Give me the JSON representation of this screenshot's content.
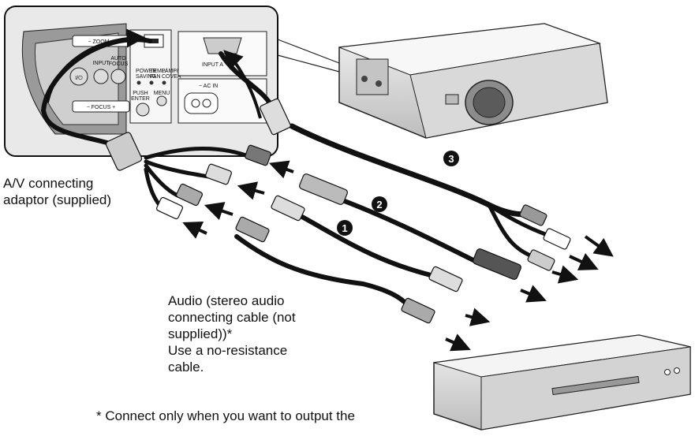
{
  "panel": {
    "zoom_label": "− ZOOM +",
    "focus_label": "− FOCUS +",
    "input_label": "INPUT",
    "auto_focus_label": "AUTO\nFOCUS",
    "input_a_label": "INPUT A",
    "ac_in_label": "~ AC IN",
    "power_saving_label": "POWER\nSAVING",
    "temp_fan_label": "TEMP/\nFAN",
    "lamp_cover_label": "LAMP/\nCOVER",
    "push_enter_label": "PUSH\nENTER",
    "menu_label": "MENU"
  },
  "callouts": {
    "cable_1": "1",
    "cable_2": "2",
    "cable_3": "3"
  },
  "captions": {
    "adaptor": "A/V connecting\nadaptor (supplied)",
    "audio": "Audio (stereo audio\nconnecting cable (not\nsupplied))*\nUse a no-resistance\ncable.",
    "footnote": "* Connect only when you want to output the"
  }
}
